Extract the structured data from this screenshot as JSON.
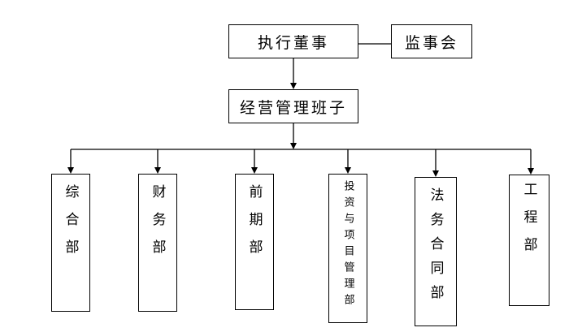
{
  "top": {
    "exec": "执行董事",
    "supervisor": "监事会"
  },
  "management": "经营管理班子",
  "departments": [
    {
      "label": "综合部"
    },
    {
      "label": "财务部"
    },
    {
      "label": "前期部"
    },
    {
      "label": "投资与项目管理部"
    },
    {
      "label": "法务合同部"
    },
    {
      "label": "工程部"
    }
  ]
}
